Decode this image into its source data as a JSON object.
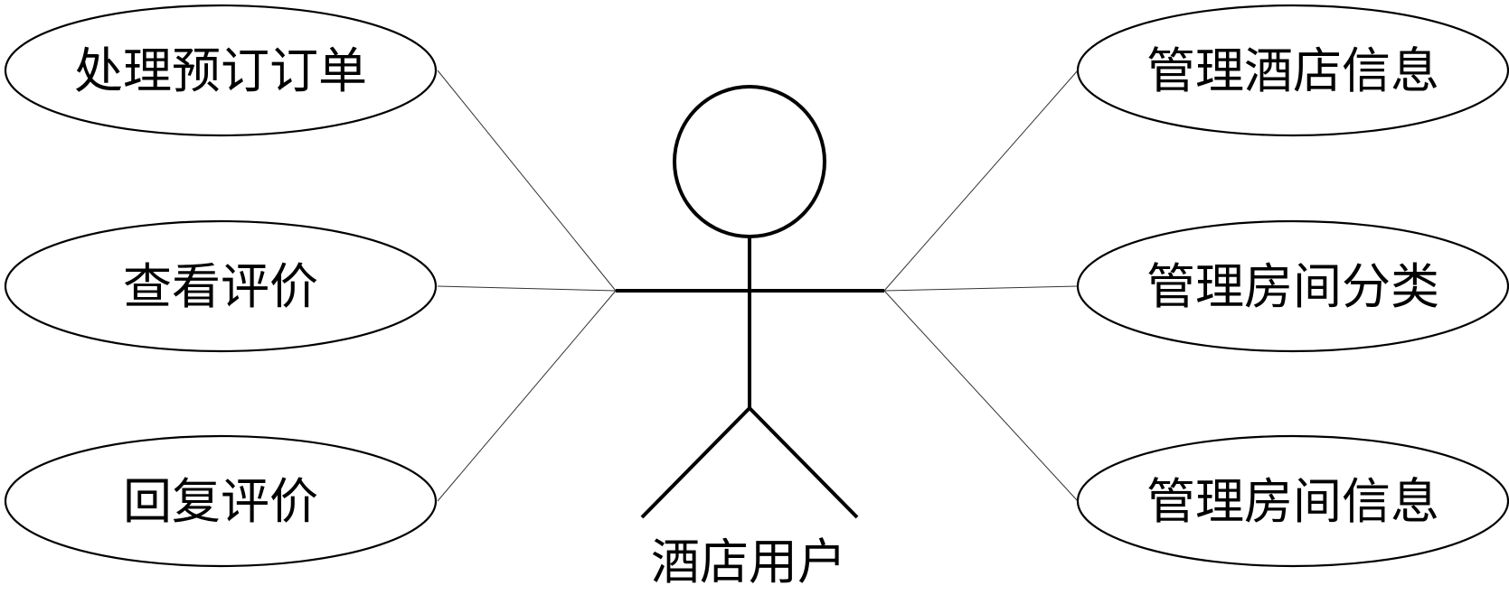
{
  "actor": {
    "label": "酒店用户"
  },
  "use_cases_left": [
    {
      "label": "处理预订订单"
    },
    {
      "label": "查看评价"
    },
    {
      "label": "回复评价"
    }
  ],
  "use_cases_right": [
    {
      "label": "管理酒店信息"
    },
    {
      "label": "管理房间分类"
    },
    {
      "label": "管理房间信息"
    }
  ]
}
